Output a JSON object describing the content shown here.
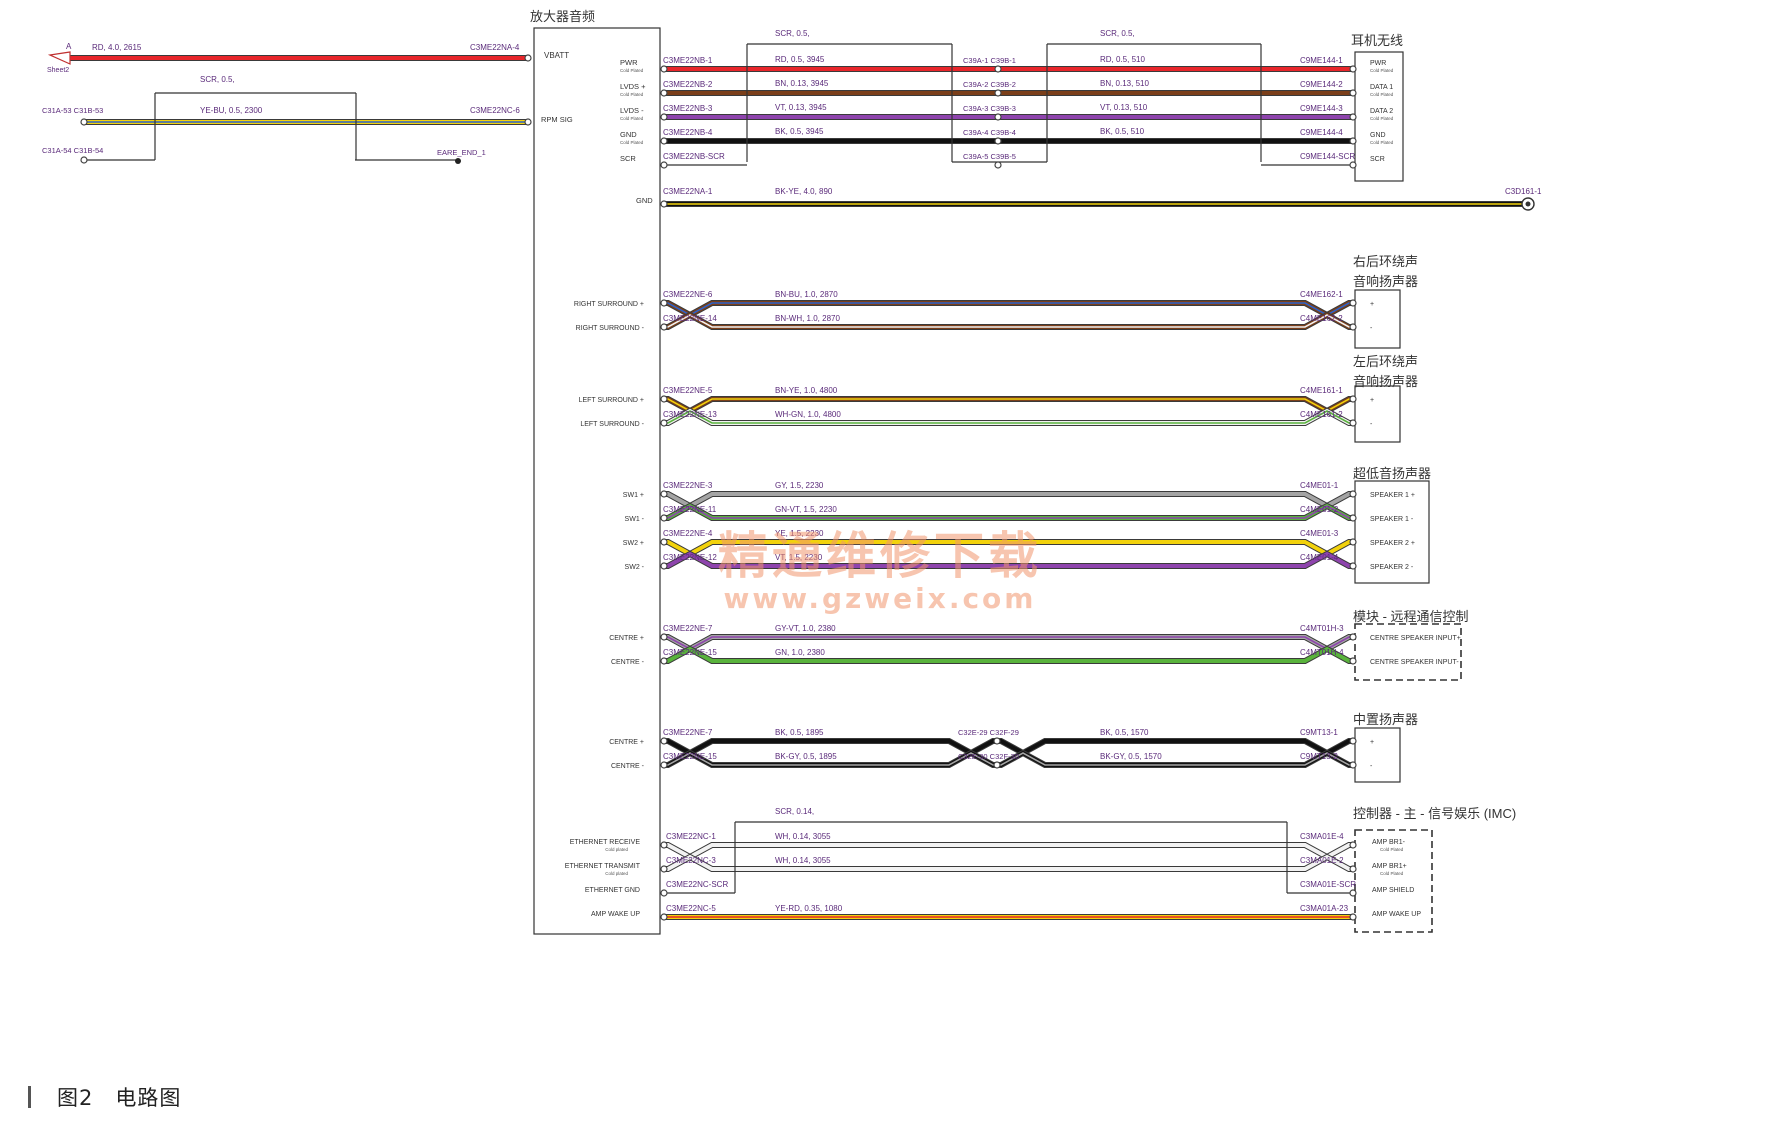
{
  "colors": {
    "RD": "#e8262b",
    "BN": "#7b3f1a",
    "VT": "#8e44ad",
    "BK": "#111111",
    "YE": "#f2d20c",
    "BU": "#2c62c9",
    "GY": "#a4a4a4",
    "GN": "#59b33c",
    "WH": "#f2f2f2",
    "OG": "#ee8b1e",
    "label": "#6a2c8a",
    "frame": "#333333"
  },
  "amplifier": {
    "title": "放大器音频"
  },
  "sheet": {
    "ref_letter": "A",
    "ref_name": "Sheet2"
  },
  "left_wires": {
    "battery": {
      "label": "RD, 4.0, 2615",
      "conn": "C3ME22NA-4",
      "pin": "VBATT"
    },
    "shield": {
      "label": "SCR, 0.5,"
    },
    "rpm": {
      "label": "YE-BU, 0.5, 2300",
      "conn": "C3ME22NC-6",
      "pin": "RPM SIG",
      "left_conn_a": "C31A-53 C31B-53",
      "left_conn_b": "C31A-54 C31B-54",
      "ground": "EARE_END_1"
    }
  },
  "headphone": {
    "title": "耳机无线",
    "scr1": "SCR, 0.5,",
    "scr2": "SCR, 0.5,",
    "rows": [
      {
        "pin": "PWR",
        "sub": "Cold Plated",
        "amp": "C3ME22NB-1",
        "l1": "RD, 0.5, 3945",
        "inline": "C39A-1 C39B-1",
        "l2": "RD, 0.5, 510",
        "dev": "C9ME144-1",
        "devpin": "PWR",
        "devsub": "Cold Plated"
      },
      {
        "pin": "LVDS +",
        "sub": "Cold Plated",
        "amp": "C3ME22NB-2",
        "l1": "BN, 0.13, 3945",
        "inline": "C39A-2 C39B-2",
        "l2": "BN, 0.13, 510",
        "dev": "C9ME144-2",
        "devpin": "DATA 1",
        "devsub": "Cold Plated"
      },
      {
        "pin": "LVDS -",
        "sub": "Cold Plated",
        "amp": "C3ME22NB-3",
        "l1": "VT, 0.13, 3945",
        "inline": "C39A-3 C39B-3",
        "l2": "VT, 0.13, 510",
        "dev": "C9ME144-3",
        "devpin": "DATA 2",
        "devsub": "Cold Plated"
      },
      {
        "pin": "GND",
        "sub": "Cold Plated",
        "amp": "C3ME22NB-4",
        "l1": "BK, 0.5, 3945",
        "inline": "C39A-4 C39B-4",
        "l2": "BK, 0.5, 510",
        "dev": "C9ME144-4",
        "devpin": "GND",
        "devsub": "Cold Plated"
      },
      {
        "pin": "SCR",
        "sub": "",
        "amp": "C3ME22NB-SCR",
        "l1": "",
        "inline": "C39A-5 C39B-5",
        "l2": "",
        "dev": "C9ME144-SCR",
        "devpin": "SCR",
        "devsub": ""
      }
    ]
  },
  "ground_wire": {
    "pin": "GND",
    "amp": "C3ME22NA-1",
    "label": "BK-YE, 4.0, 890",
    "end": "C3D161-1"
  },
  "speakers": [
    {
      "title": [
        "右后环绕声",
        "音响扬声器"
      ],
      "rows": [
        {
          "pin": "RIGHT SURROUND +",
          "amp": "C3ME22NE-6",
          "label": "BN-BU, 1.0, 2870",
          "dev": "C4ME162-1",
          "devpin": "+"
        },
        {
          "pin": "RIGHT SURROUND -",
          "amp": "C3ME22NE-14",
          "label": "BN-WH, 1.0, 2870",
          "dev": "C4ME162-2",
          "devpin": "-"
        }
      ]
    },
    {
      "title": [
        "左后环绕声",
        "音响扬声器"
      ],
      "rows": [
        {
          "pin": "LEFT SURROUND +",
          "amp": "C3ME22NE-5",
          "label": "BN-YE, 1.0, 4800",
          "dev": "C4ME161-1",
          "devpin": "+"
        },
        {
          "pin": "LEFT SURROUND -",
          "amp": "C3ME22NE-13",
          "label": "WH-GN, 1.0, 4800",
          "dev": "C4ME161-2",
          "devpin": "-"
        }
      ]
    },
    {
      "title": [
        "超低音扬声器"
      ],
      "rows": [
        {
          "pin": "SW1 +",
          "amp": "C3ME22NE-3",
          "label": "GY, 1.5, 2230",
          "dev": "C4ME01-1",
          "devpin": "SPEAKER 1 +"
        },
        {
          "pin": "SW1 -",
          "amp": "C3ME22NE-11",
          "label": "GN-VT, 1.5, 2230",
          "dev": "C4ME01-2",
          "devpin": "SPEAKER 1 -"
        },
        {
          "pin": "SW2 +",
          "amp": "C3ME22NE-4",
          "label": "YE, 1.5, 2230",
          "dev": "C4ME01-3",
          "devpin": "SPEAKER 2 +"
        },
        {
          "pin": "SW2 -",
          "amp": "C3ME22NE-12",
          "label": "VT, 1.5, 2230",
          "dev": "C4ME01-4",
          "devpin": "SPEAKER 2 -"
        }
      ]
    },
    {
      "title": [
        "模块 - 远程通信控制"
      ],
      "rows": [
        {
          "pin": "CENTRE +",
          "amp": "C3ME22NE-7",
          "label": "GY-VT, 1.0, 2380",
          "dev": "C4MT01H-3",
          "devpin": "CENTRE SPEAKER INPUT+"
        },
        {
          "pin": "CENTRE -",
          "amp": "C3ME22NE-15",
          "label": "GN, 1.0, 2380",
          "dev": "C4MT01H-4",
          "devpin": "CENTRE SPEAKER INPUT-"
        }
      ]
    },
    {
      "title": [
        "中置扬声器"
      ],
      "rows": [
        {
          "pin": "CENTRE +",
          "amp": "C3ME22NE-7",
          "label": "BK, 0.5, 1895",
          "inline": "C32E-29 C32F-29",
          "label2": "BK, 0.5, 1570",
          "dev": "C9MT13-1",
          "devpin": "+"
        },
        {
          "pin": "CENTRE -",
          "amp": "C3ME22NE-15",
          "label": "BK-GY, 0.5, 1895",
          "inline": "C32E-30 C32F-30",
          "label2": "BK-GY, 0.5, 1570",
          "dev": "C9MT13-2",
          "devpin": "-"
        }
      ]
    }
  ],
  "imc": {
    "title": "控制器 - 主 - 信号娱乐 (IMC)",
    "scr": "SCR, 0.14,",
    "rows": [
      {
        "pin": "ETHERNET RECEIVE",
        "sub": "Cold plated",
        "amp": "C3ME22NC-1",
        "label": "WH, 0.14, 3055",
        "dev": "C3MA01E-4",
        "devpin": "AMP BR1-",
        "devsub": "Cold Plated"
      },
      {
        "pin": "ETHERNET TRANSMIT",
        "sub": "Cold plated",
        "amp": "C3ME22NC-3",
        "label": "WH, 0.14, 3055",
        "dev": "C3MA01E-2",
        "devpin": "AMP BR1+",
        "devsub": "Cold Plated"
      },
      {
        "pin": "ETHERNET GND",
        "sub": "",
        "amp": "C3ME22NC-SCR",
        "label": "",
        "dev": "C3MA01E-SCR",
        "devpin": "AMP SHIELD",
        "devsub": ""
      },
      {
        "pin": "AMP WAKE UP",
        "sub": "",
        "amp": "C3ME22NC-5",
        "label": "YE-RD, 0.35, 1080",
        "dev": "C3MA01A-23",
        "devpin": "AMP WAKE UP",
        "devsub": ""
      }
    ]
  },
  "watermark": {
    "line1": "精通维修下载",
    "line2": "www.gzweix.com"
  },
  "caption": {
    "figure": "图2",
    "text": "电路图"
  }
}
